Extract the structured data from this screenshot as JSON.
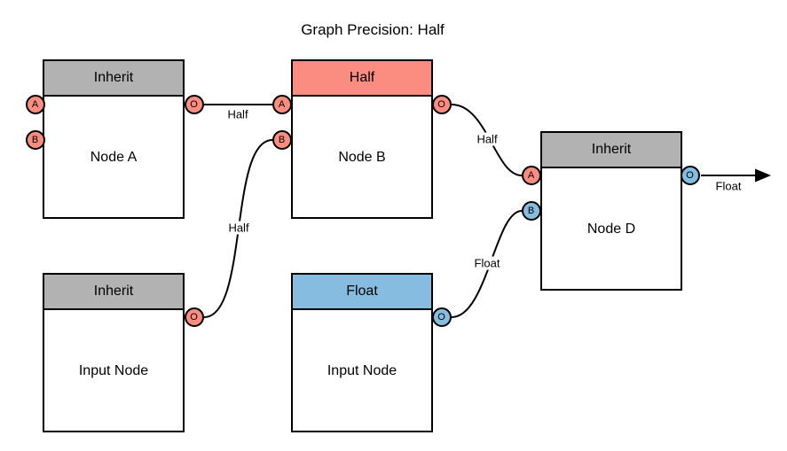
{
  "title": "Graph Precision: Half",
  "colors": {
    "header_gray": "#b2b2b2",
    "precision_half": "#fa8c80",
    "precision_float": "#85bce0",
    "stroke": "#000000",
    "background": "#ffffff"
  },
  "nodes": {
    "node_a": {
      "header": "Inherit",
      "label": "Node A",
      "ports": {
        "a": "A",
        "b": "B",
        "o": "O"
      }
    },
    "node_b": {
      "header": "Half",
      "label": "Node B",
      "ports": {
        "a": "A",
        "b": "B",
        "o": "O"
      }
    },
    "node_d": {
      "header": "Inherit",
      "label": "Node D",
      "ports": {
        "a": "A",
        "b": "B",
        "o": "O"
      }
    },
    "input_left": {
      "header": "Inherit",
      "label": "Input Node",
      "ports": {
        "o": "O"
      }
    },
    "input_mid": {
      "header": "Float",
      "label": "Input Node",
      "ports": {
        "o": "O"
      }
    }
  },
  "edges": {
    "a_out_to_b_a": {
      "label": "Half"
    },
    "input_left_to_b_b": {
      "label": "Half"
    },
    "b_out_to_d_a": {
      "label": "Half"
    },
    "input_mid_to_d_b": {
      "label": "Float"
    },
    "d_output_arrow": {
      "label": "Float"
    }
  }
}
